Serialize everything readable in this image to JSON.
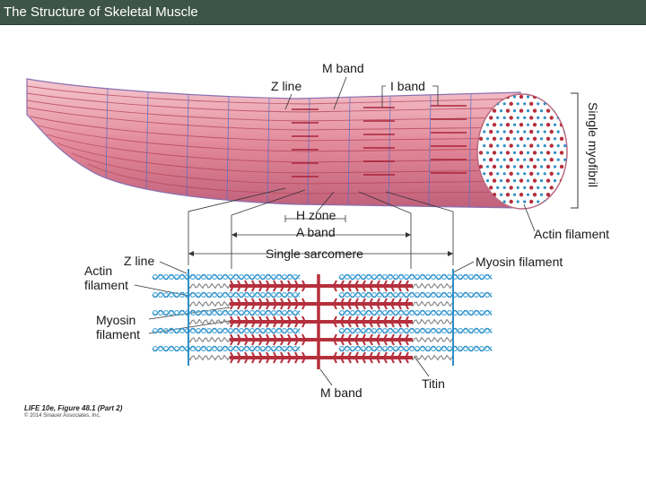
{
  "header": {
    "title": "The Structure of Skeletal Muscle"
  },
  "figure": {
    "labels": {
      "m_band_top": "M band",
      "z_line_top": "Z line",
      "i_band": "I band",
      "single_myofibril": "Single myofibril",
      "h_zone": "H zone",
      "a_band": "A band",
      "single_sarcomere": "Single sarcomere",
      "actin_filament_right": "Actin filament",
      "z_line_bottom": "Z line",
      "myosin_filament_right": "Myosin filament",
      "actin_filament_left_1": "Actin",
      "actin_filament_left_2": "filament",
      "myosin_filament_left_1": "Myosin",
      "myosin_filament_left_2": "filament",
      "m_band_bottom": "M band",
      "titin": "Titin"
    },
    "credit": "LIFE 10e, Figure 48.1 (Part 2)",
    "copyright": "© 2014 Sinauer Associates, Inc."
  },
  "colors": {
    "header_bg": "#3d5449",
    "fiber_pink": "#e8a0ac",
    "myosin_red": "#b52f3c",
    "actin_blue": "#2f8fc6",
    "titin_gray": "#8c8c8c"
  }
}
